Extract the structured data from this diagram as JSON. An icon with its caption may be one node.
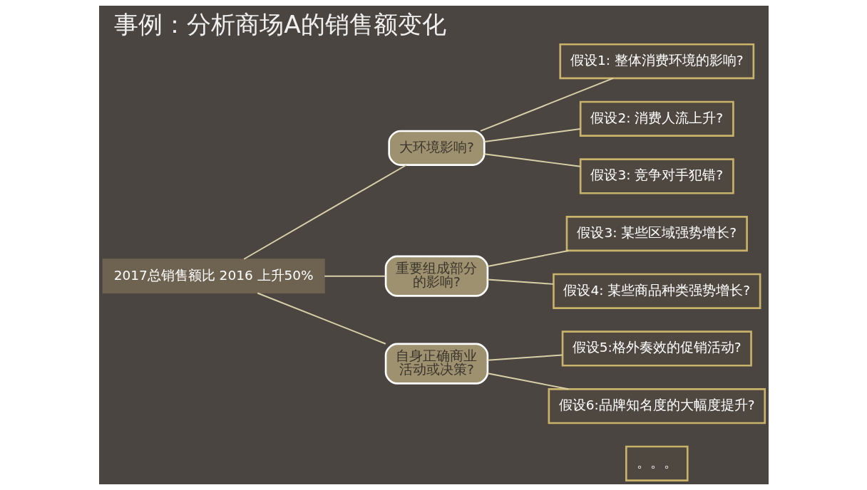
{
  "diagram": {
    "title": "事例：分析商场A的销售额变化",
    "nodes": [
      {
        "text": [
          "2017总销售额比 2016 上升50%"
        ]
      },
      {
        "text": [
          "大环境影响?"
        ]
      },
      {
        "text": [
          "重要组成部分的影响?"
        ]
      },
      {
        "text": [
          "自身正确商业活动或决策?"
        ]
      },
      {
        "text": [
          "假设1: 整体消费环境的影响?"
        ]
      },
      {
        "text": [
          "假设2: 消费人流上升?"
        ]
      },
      {
        "text": [
          "假设3: 竞争对手犯错?"
        ]
      },
      {
        "text": [
          "假设3: 某些区域强势增长?"
        ]
      },
      {
        "text": [
          "假设4: 某些商品种类强势增长?"
        ]
      },
      {
        "text": [
          "假设5:格外奏效的促销活动?"
        ]
      },
      {
        "text": [
          "假设6:品牌知名度的大幅度提升?"
        ]
      },
      {
        "text": [
          "。。。"
        ]
      }
    ],
    "edges": [
      {
        "from": 0,
        "to": 1,
        "arrow": "none"
      },
      {
        "from": 0,
        "to": 2,
        "arrow": "none"
      },
      {
        "from": 0,
        "to": 3,
        "arrow": "none"
      },
      {
        "from": 1,
        "to": 4,
        "arrow": "none"
      },
      {
        "from": 1,
        "to": 5,
        "arrow": "none"
      },
      {
        "from": 1,
        "to": 6,
        "arrow": "none"
      },
      {
        "from": 2,
        "to": 7,
        "arrow": "none"
      },
      {
        "from": 2,
        "to": 8,
        "arrow": "none"
      },
      {
        "from": 3,
        "to": 9,
        "arrow": "none"
      },
      {
        "from": 3,
        "to": 10,
        "arrow": "none"
      }
    ]
  }
}
